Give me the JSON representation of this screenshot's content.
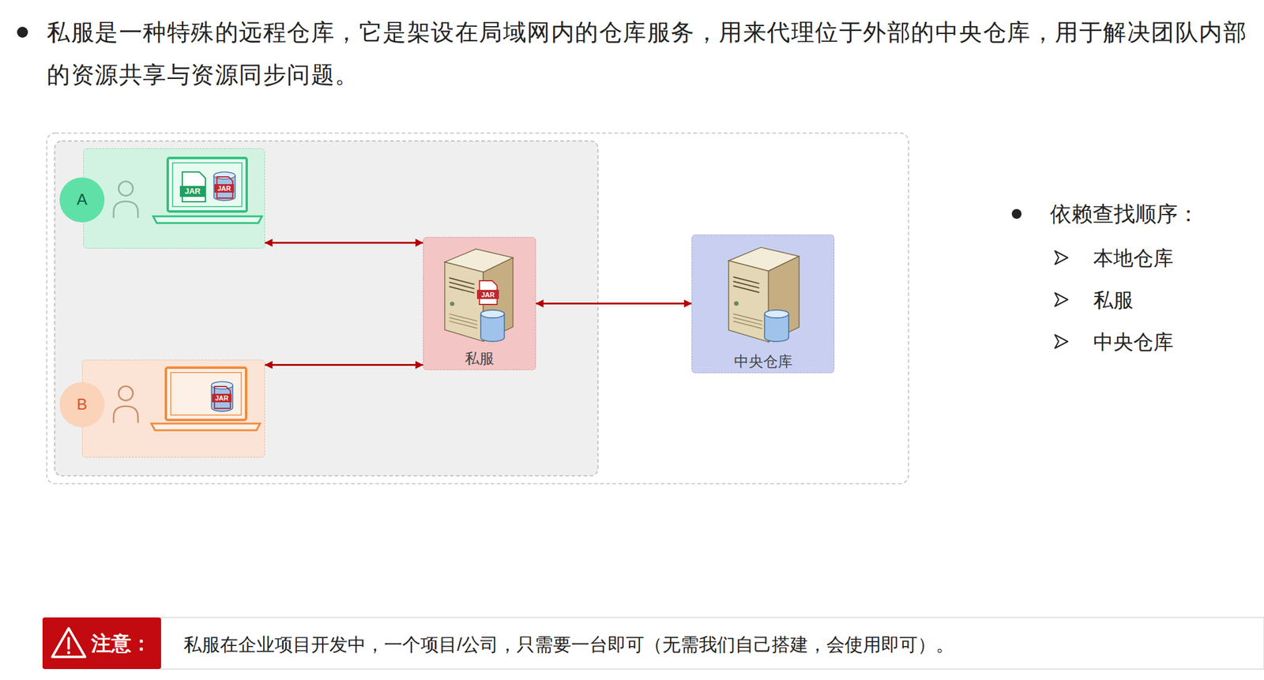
{
  "diagram": {
    "nodes": [
      {
        "text": [
          "A"
        ]
      },
      {
        "text": [
          "B"
        ]
      },
      {
        "text": [
          "私服"
        ]
      },
      {
        "text": [
          "中央仓库"
        ]
      }
    ],
    "edges": [
      {
        "from": 0,
        "to": 2,
        "arrow": "both"
      },
      {
        "from": 1,
        "to": 2,
        "arrow": "both"
      },
      {
        "from": 2,
        "to": 3,
        "arrow": "both"
      }
    ],
    "labels": [
      "私服是一种特殊的远程仓库，它是架设在局域网内的仓库服务，用来代理位于外部的中央仓库，用于解决团队内部的资源共享与资源同步问题。",
      "JAR",
      "JAR",
      "JAR",
      "JAR",
      "依赖查找顺序：",
      "本地仓库",
      "私服",
      "中央仓库",
      "注意：",
      "私服在企业项目开发中，一个项目/公司，只需要一台即可（无需我们自己搭建，会使用即可）。"
    ]
  }
}
